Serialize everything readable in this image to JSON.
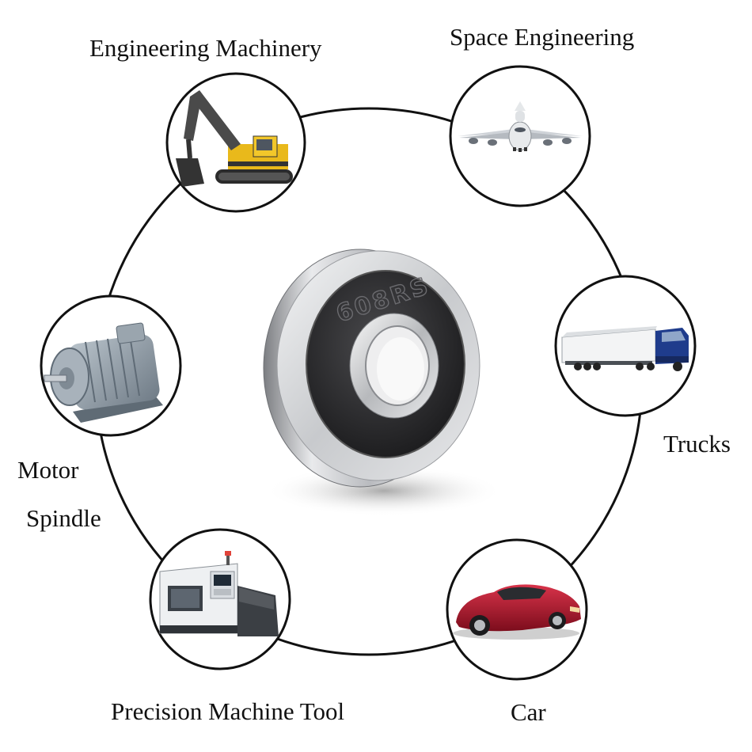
{
  "labels": {
    "engineering_machinery": "Engineering Machinery",
    "space_engineering": "Space Engineering",
    "trucks": "Trucks",
    "motor": "Motor",
    "spindle": "Spindle",
    "precision_machine_tool": "Precision Machine Tool",
    "car": "Car"
  },
  "bearing": {
    "marking": "608RS"
  },
  "colors": {
    "outline": "#111111",
    "excavator": "#e9b91b",
    "truck_cab": "#1f3c8c",
    "car_body": "#a81427",
    "motor_body": "#8c99a4",
    "bearing_steel": "#c9cbcf",
    "bearing_seal": "#2a2a2c"
  },
  "icons": [
    "excavator",
    "airplane",
    "truck",
    "electric-motor",
    "cnc-lathe",
    "sports-car",
    "ball-bearing"
  ]
}
